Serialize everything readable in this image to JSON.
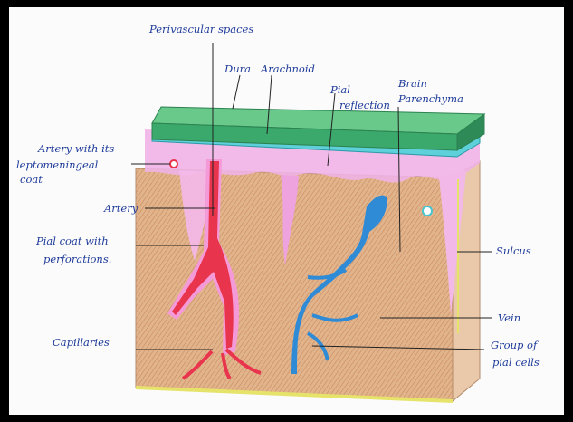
{
  "labels": {
    "perivascular": "Perivascular spaces",
    "dura": "Dura",
    "arachnoid": "Arachnoid",
    "pial_reflection_1": "Pial",
    "pial_reflection_2": "reflection",
    "brain_1": "Brain",
    "brain_2": "Parenchyma",
    "artery_coat_1": "Artery with its",
    "artery_coat_2": "leptomeningeal",
    "artery_coat_3": "coat",
    "artery": "Artery",
    "pial_coat_1": "Pial coat with",
    "pial_coat_2": "perforations.",
    "sulcus": "Sulcus",
    "vein": "Vein",
    "capillaries": "Capillaries",
    "group_1": "Group of",
    "group_2": "pial cells"
  },
  "colors": {
    "border": "#000000",
    "paper": "#fbfbfb",
    "dura": "#3aa96b",
    "arachnoid": "#49c4cf",
    "pia": "#e79be0",
    "parenchyma": "#d8a479",
    "artery": "#e8344c",
    "vein": "#2f8bd6",
    "label_ink": "#1d3a9a"
  }
}
